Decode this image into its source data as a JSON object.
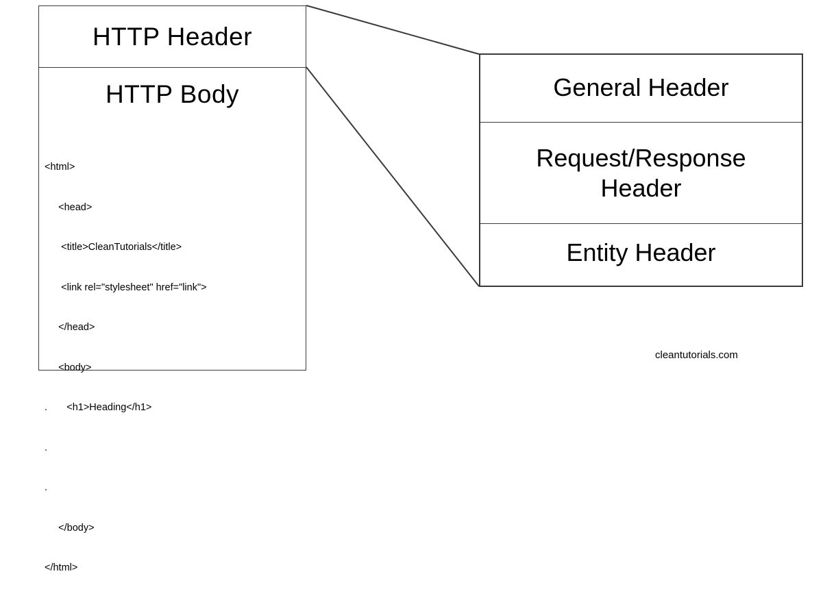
{
  "message": {
    "header_label": "HTTP Header",
    "body_label": "HTTP Body",
    "code_lines": [
      "<html>",
      "     <head>",
      "      <title>CleanTutorials</title>",
      "      <link rel=\"stylesheet\" href=\"link\">",
      "     </head>",
      "     <body>",
      ".       <h1>Heading</h1>",
      ".",
      ".",
      "     </body>",
      "</html>"
    ]
  },
  "header_breakdown": {
    "general": "General Header",
    "request_response_line1": "Request/Response",
    "request_response_line2": "Header",
    "entity": "Entity Header"
  },
  "watermark": "cleantutorials.com",
  "colors": {
    "line": "#3a3a3a",
    "text": "#000000",
    "background": "#ffffff"
  }
}
